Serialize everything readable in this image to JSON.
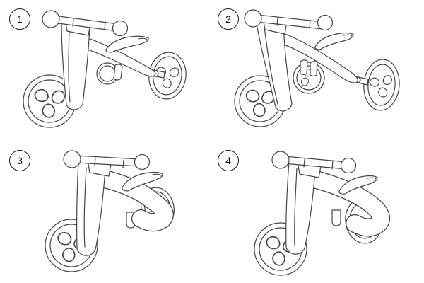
{
  "sheet": {
    "background": "#ffffff",
    "line_color": "#454545",
    "badge_border_color": "#1c1c1c",
    "panels": [
      {
        "number": "1"
      },
      {
        "number": "2"
      },
      {
        "number": "3"
      },
      {
        "number": "4"
      }
    ]
  }
}
